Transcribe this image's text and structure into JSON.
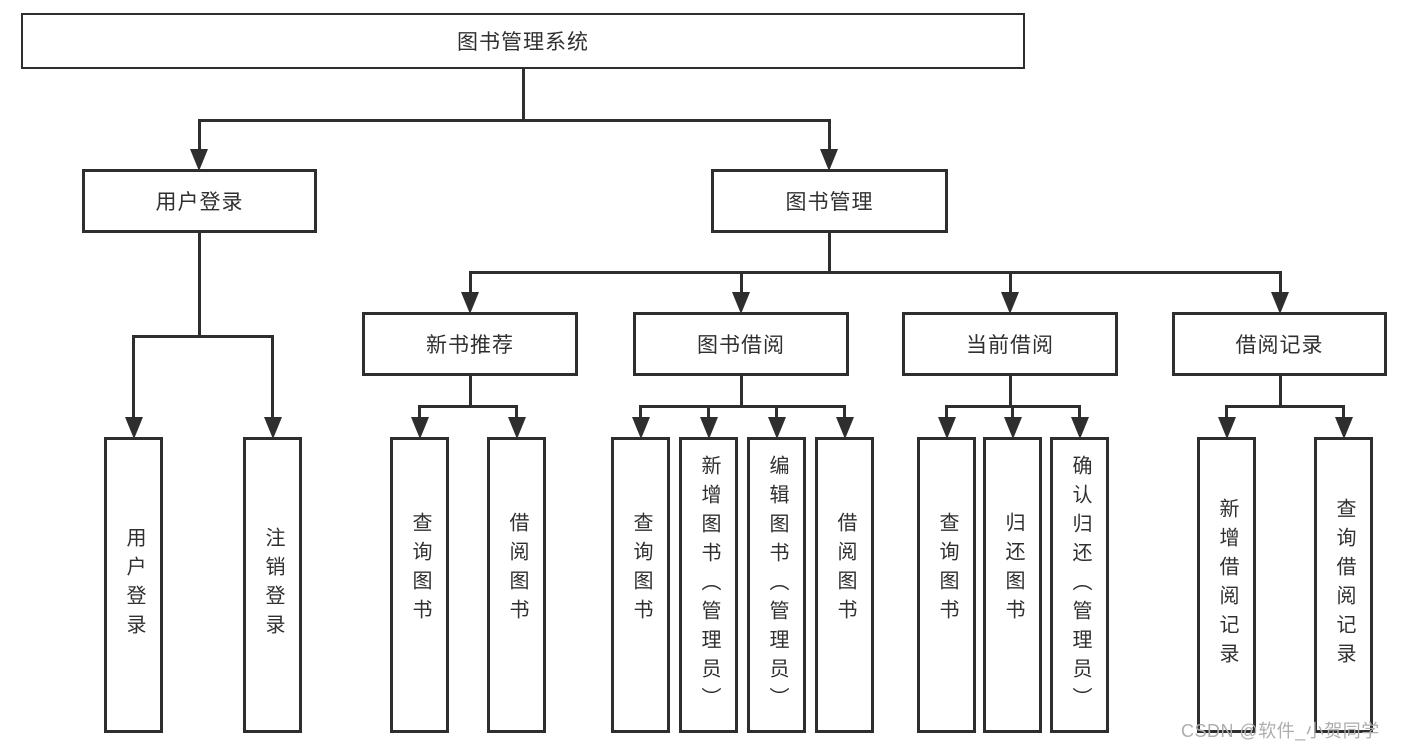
{
  "diagram": {
    "root": "图书管理系统",
    "level2": [
      "用户登录",
      "图书管理"
    ],
    "level3": [
      "新书推荐",
      "图书借阅",
      "当前借阅",
      "借阅记录"
    ],
    "leaves": [
      "用户登录",
      "注销登录",
      "查询图书",
      "借阅图书",
      "查询图书",
      "新增图书（管理员）",
      "编辑图书（管理员）",
      "借阅图书",
      "查询图书",
      "归还图书",
      "确认归还（管理员）",
      "新增借阅记录",
      "查询借阅记录"
    ]
  },
  "watermark": "CSDN @软件_小贺同学",
  "colors": {
    "line": "#2e2e2e",
    "text": "#303030",
    "watermark": "#adadad",
    "background": "#ffffff"
  }
}
